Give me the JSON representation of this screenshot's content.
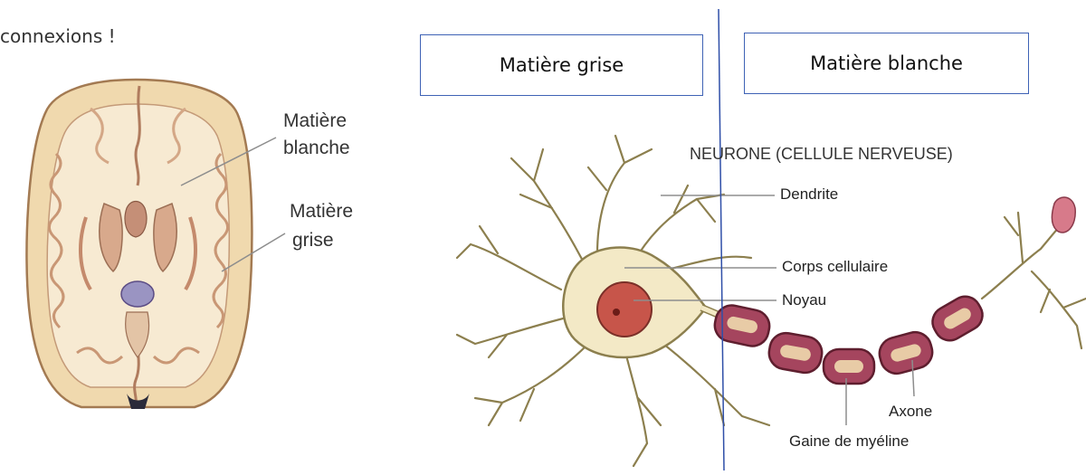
{
  "intro_text": "connexions !",
  "boxes": {
    "gray": "Matière grise",
    "white": "Matière blanche"
  },
  "brain": {
    "white_matter_label_line1": "Matière",
    "white_matter_label_line2": "blanche",
    "gray_matter_label_line1": "Matière",
    "gray_matter_label_line2": "grise"
  },
  "neuron": {
    "title": "NEURONE (CELLULE NERVEUSE)",
    "dendrite": "Dendrite",
    "cell_body": "Corps cellulaire",
    "nucleus": "Noyau",
    "axon": "Axone",
    "myelin": "Gaine de myéline"
  },
  "colors": {
    "box_border": "#3e62b5",
    "divider": "#2f4fa8",
    "neuron_fill": "#f3e9c6",
    "neuron_stroke": "#8c7f4e",
    "myelin_fill": "#a5455e",
    "nucleus_fill": "#c7554a"
  }
}
